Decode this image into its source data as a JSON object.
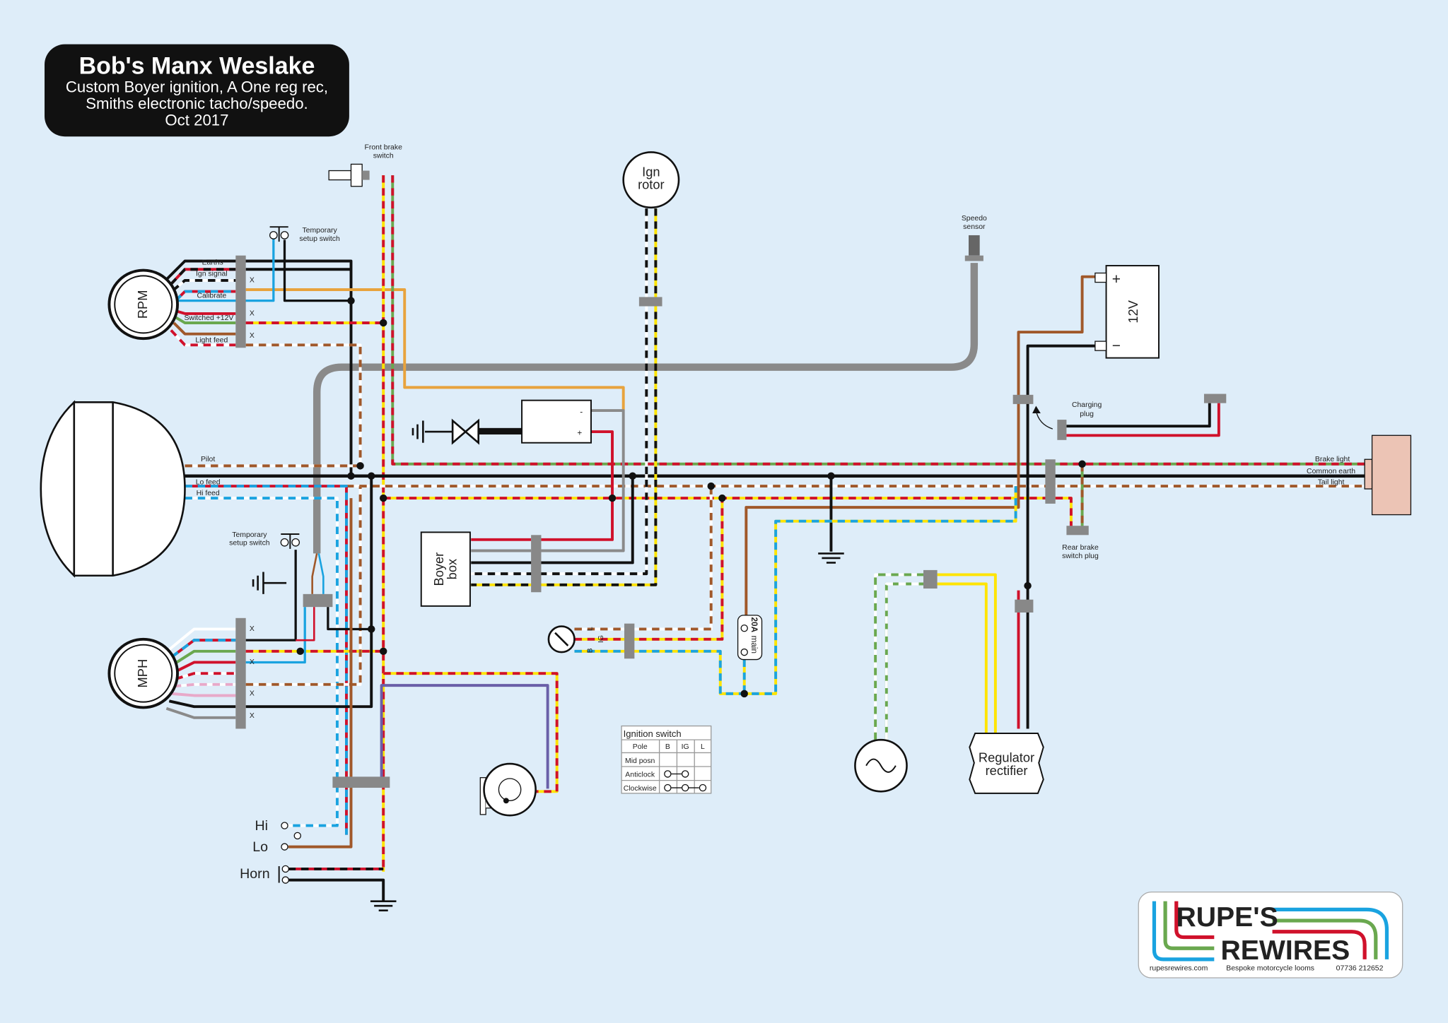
{
  "title": {
    "heading": "Bob's Manx Weslake",
    "lines": [
      "Custom Boyer ignition, A One reg rec,",
      "Smiths electronic tacho/speedo.",
      "Oct 2017"
    ]
  },
  "components": {
    "rpm": "RPM",
    "mph": "MPH",
    "ign_rotor": [
      "Ign",
      "rotor"
    ],
    "front_brake_switch": [
      "Front brake",
      "switch"
    ],
    "temp_switch_top": [
      "Temporary",
      "setup switch"
    ],
    "temp_switch_bottom": [
      "Temporary",
      "setup switch"
    ],
    "speedo_sensor": [
      "Speedo",
      "sensor"
    ],
    "battery": "12V",
    "battery_plus": "+",
    "battery_minus": "−",
    "coil_minus": "-",
    "coil_plus": "+",
    "charging_plug": [
      "Charging",
      "plug"
    ],
    "rear_brake_switch_plug": [
      "Rear brake",
      "switch plug"
    ],
    "boyer_box": [
      "Boyer",
      "box"
    ],
    "fuse": [
      "20A",
      "main"
    ],
    "ign_switch_terminals": [
      "B",
      "IG",
      "L"
    ],
    "regulator": [
      "Regulator",
      "rectifier"
    ]
  },
  "rpm_wire_labels": [
    "Earths",
    "Ign signal",
    "Calibrate",
    "Switched +12V",
    "Light feed"
  ],
  "headlamp_labels": [
    "Pilot",
    "Lo feed",
    "Hi feed"
  ],
  "tail_labels": [
    "Brake light",
    "Common earth",
    "Tail light"
  ],
  "unused_mark": "X",
  "switch_labels": [
    "Hi",
    "Lo",
    "Horn"
  ],
  "ignition_table": {
    "title": "Ignition switch",
    "headers": [
      "Pole",
      "B",
      "IG",
      "L"
    ],
    "rows": [
      "Mid posn",
      "Anticlock",
      "Clockwise"
    ]
  },
  "logo": {
    "line1": "RUPE'S",
    "line2": "REWIRES",
    "website": "rupesrewires.com",
    "tagline": "Bespoke motorcycle looms",
    "phone": "07736 212652"
  },
  "colors": {
    "background": "#deedf9",
    "black": "#111111",
    "red": "#d0112b",
    "yellow": "#ffe400",
    "blue": "#1aa3e0",
    "green": "#6aa84f",
    "brown": "#a0582a",
    "white": "#ffffff",
    "grey": "#8a8a8a",
    "orange": "#e8a33d",
    "purple": "#6a5fa8",
    "pink": "#e8a9c9",
    "tail_light": "#ecc4b5"
  }
}
